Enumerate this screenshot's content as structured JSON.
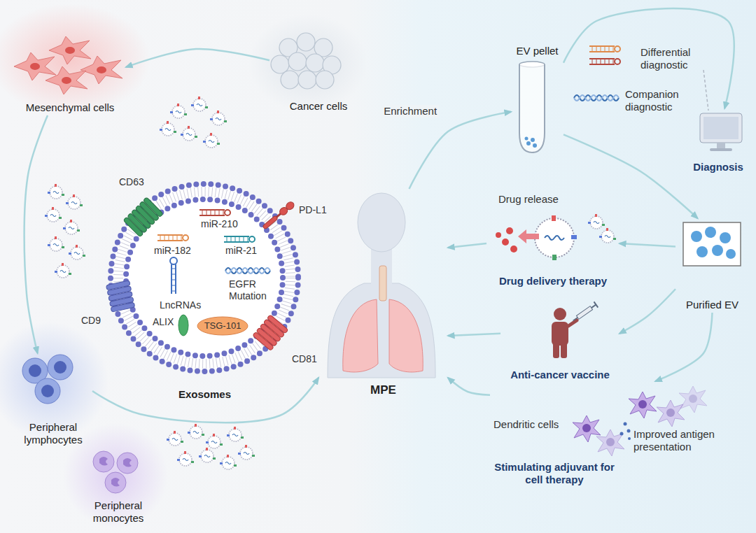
{
  "diagram": {
    "nodes": [
      {
        "text": [
          "Mesenchymal cells"
        ]
      },
      {
        "text": [
          "Cancer cells"
        ]
      },
      {
        "text": [
          "Exosomes"
        ]
      },
      {
        "text": [
          "Peripheral lymphocytes"
        ]
      },
      {
        "text": [
          "Peripheral monocytes"
        ]
      },
      {
        "text": [
          "MPE"
        ]
      },
      {
        "text": [
          "EV pellet"
        ]
      },
      {
        "text": [
          "Diagnosis"
        ]
      },
      {
        "text": [
          "Purified EV"
        ]
      },
      {
        "text": [
          "Drug delivery therapy"
        ]
      },
      {
        "text": [
          "Anti-cancer vaccine"
        ]
      },
      {
        "text": [
          "Stimulating adjuvant for cell therapy"
        ]
      }
    ],
    "edges": [
      {
        "from": 1,
        "to": 0,
        "arrow": "to"
      },
      {
        "from": 0,
        "to": 3,
        "arrow": "to"
      },
      {
        "from": 3,
        "to": 5,
        "arrow": "to"
      },
      {
        "from": 5,
        "to": 6,
        "label": "Enrichment",
        "arrow": "to"
      },
      {
        "from": 6,
        "to": 7,
        "arrow": "to"
      },
      {
        "from": 6,
        "to": 8,
        "arrow": "to"
      },
      {
        "from": 8,
        "to": 9,
        "arrow": "to"
      },
      {
        "from": 9,
        "to": 5,
        "arrow": "to"
      },
      {
        "from": 8,
        "to": 10,
        "arrow": "to"
      },
      {
        "from": 10,
        "to": 5,
        "arrow": "to"
      },
      {
        "from": 8,
        "to": 11,
        "arrow": "to"
      },
      {
        "from": 11,
        "to": 5,
        "arrow": "to"
      }
    ],
    "labels": [
      "CD63",
      "PD-L1",
      "miR-210",
      "miR-182",
      "miR-21",
      "EGFR Mutation",
      "CD9",
      "LncRNAs",
      "ALIX",
      "TSG-101",
      "CD81",
      "Differential diagnostic",
      "Companion diagnostic",
      "Drug release",
      "Dendritic cells",
      "Improved antigen presentation"
    ]
  }
}
